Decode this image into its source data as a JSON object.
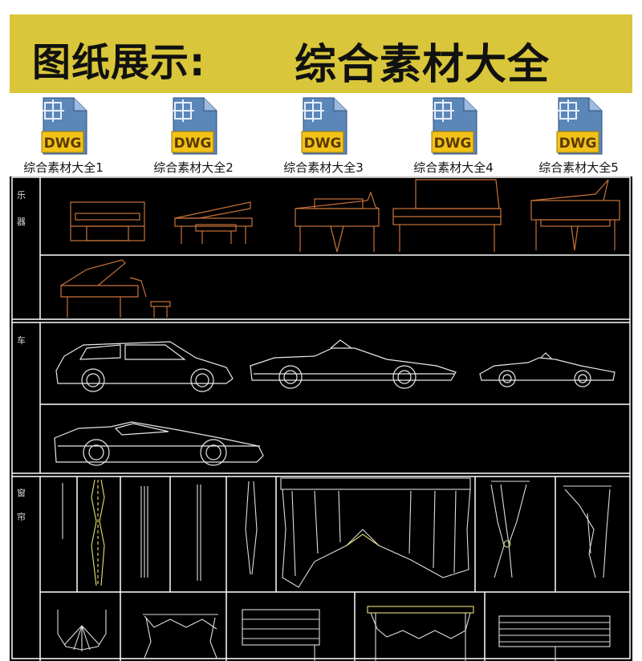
{
  "banner": {
    "left_title": "图纸展示:",
    "right_title": "综合素材大全",
    "background": "#d9c63a"
  },
  "files": [
    {
      "label": "综合素材大全1",
      "icon": "dwg-file-icon",
      "badge": "DWG"
    },
    {
      "label": "综合素材大全2",
      "icon": "dwg-file-icon",
      "badge": "DWG"
    },
    {
      "label": "综合素材大全3",
      "icon": "dwg-file-icon",
      "badge": "DWG"
    },
    {
      "label": "综合素材大全4",
      "icon": "dwg-file-icon",
      "badge": "DWG"
    },
    {
      "label": "综合素材大全5",
      "icon": "dwg-file-icon",
      "badge": "DWG"
    }
  ],
  "sections": [
    {
      "id": "instruments",
      "label_chars": [
        "乐",
        "器"
      ],
      "line_color": "#c9733a"
    },
    {
      "id": "cars",
      "label_chars": [
        "车"
      ],
      "line_color": "#e8e8e8"
    },
    {
      "id": "curtains",
      "label_chars": [
        "窗",
        "帘"
      ],
      "line_color": "#e8e070"
    }
  ],
  "colors": {
    "cad_background": "#000000",
    "frame": "#ffffff",
    "dwg_badge": "#f2c21a"
  }
}
